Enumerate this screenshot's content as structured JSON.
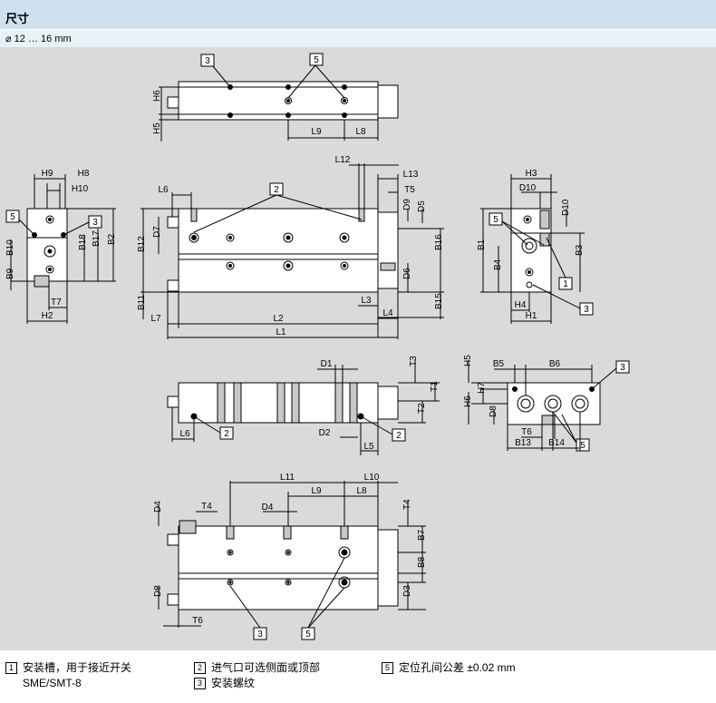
{
  "header": {
    "title": "尺寸",
    "size_range": "⌀ 12 … 16 mm"
  },
  "callouts": {
    "c1": "1",
    "c2": "2",
    "c3": "3",
    "c5": "5"
  },
  "dims": {
    "L1": "L1",
    "L2": "L2",
    "L3": "L3",
    "L4": "L4",
    "L5": "L5",
    "L6": "L6",
    "L7": "L7",
    "L8": "L8",
    "L9": "L9",
    "L10": "L10",
    "L11": "L11",
    "L12": "L12",
    "L13": "L13",
    "H1": "H1",
    "H2": "H2",
    "H3": "H3",
    "H4": "H4",
    "H5": "H5",
    "H6": "H6",
    "H7": "H7",
    "H8": "H8",
    "H9": "H9",
    "H10": "H10",
    "B1": "B1",
    "B2": "B2",
    "B3": "B3",
    "B4": "B4",
    "B5": "B5",
    "B6": "B6",
    "B7": "B7",
    "B8": "B8",
    "B9": "B9",
    "B10": "B10",
    "B11": "B11",
    "B12": "B12",
    "B13": "B13",
    "B14": "B14",
    "B15": "B15",
    "B16": "B16",
    "B17": "B17",
    "B18": "B18",
    "D1": "D1",
    "D2": "D2",
    "D3": "D3",
    "D4": "D4",
    "D5": "D5",
    "D6": "D6",
    "D7": "D7",
    "D8": "D8",
    "D9": "D9",
    "D10": "D10",
    "T1": "T1",
    "T2": "T2",
    "T3": "T3",
    "T4": "T4",
    "T5": "T5",
    "T6": "T6",
    "T7": "T7"
  },
  "legend": {
    "item1_num": "1",
    "item1_text": "安装槽，用于接近开关",
    "item1_text2": "SME/SMT-8",
    "item2_num": "2",
    "item2_text": "进气口可选侧面或顶部",
    "item3_num": "3",
    "item3_text": "安装螺纹",
    "item5_num": "5",
    "item5_text": "定位孔间公差 ±0.02 mm"
  }
}
